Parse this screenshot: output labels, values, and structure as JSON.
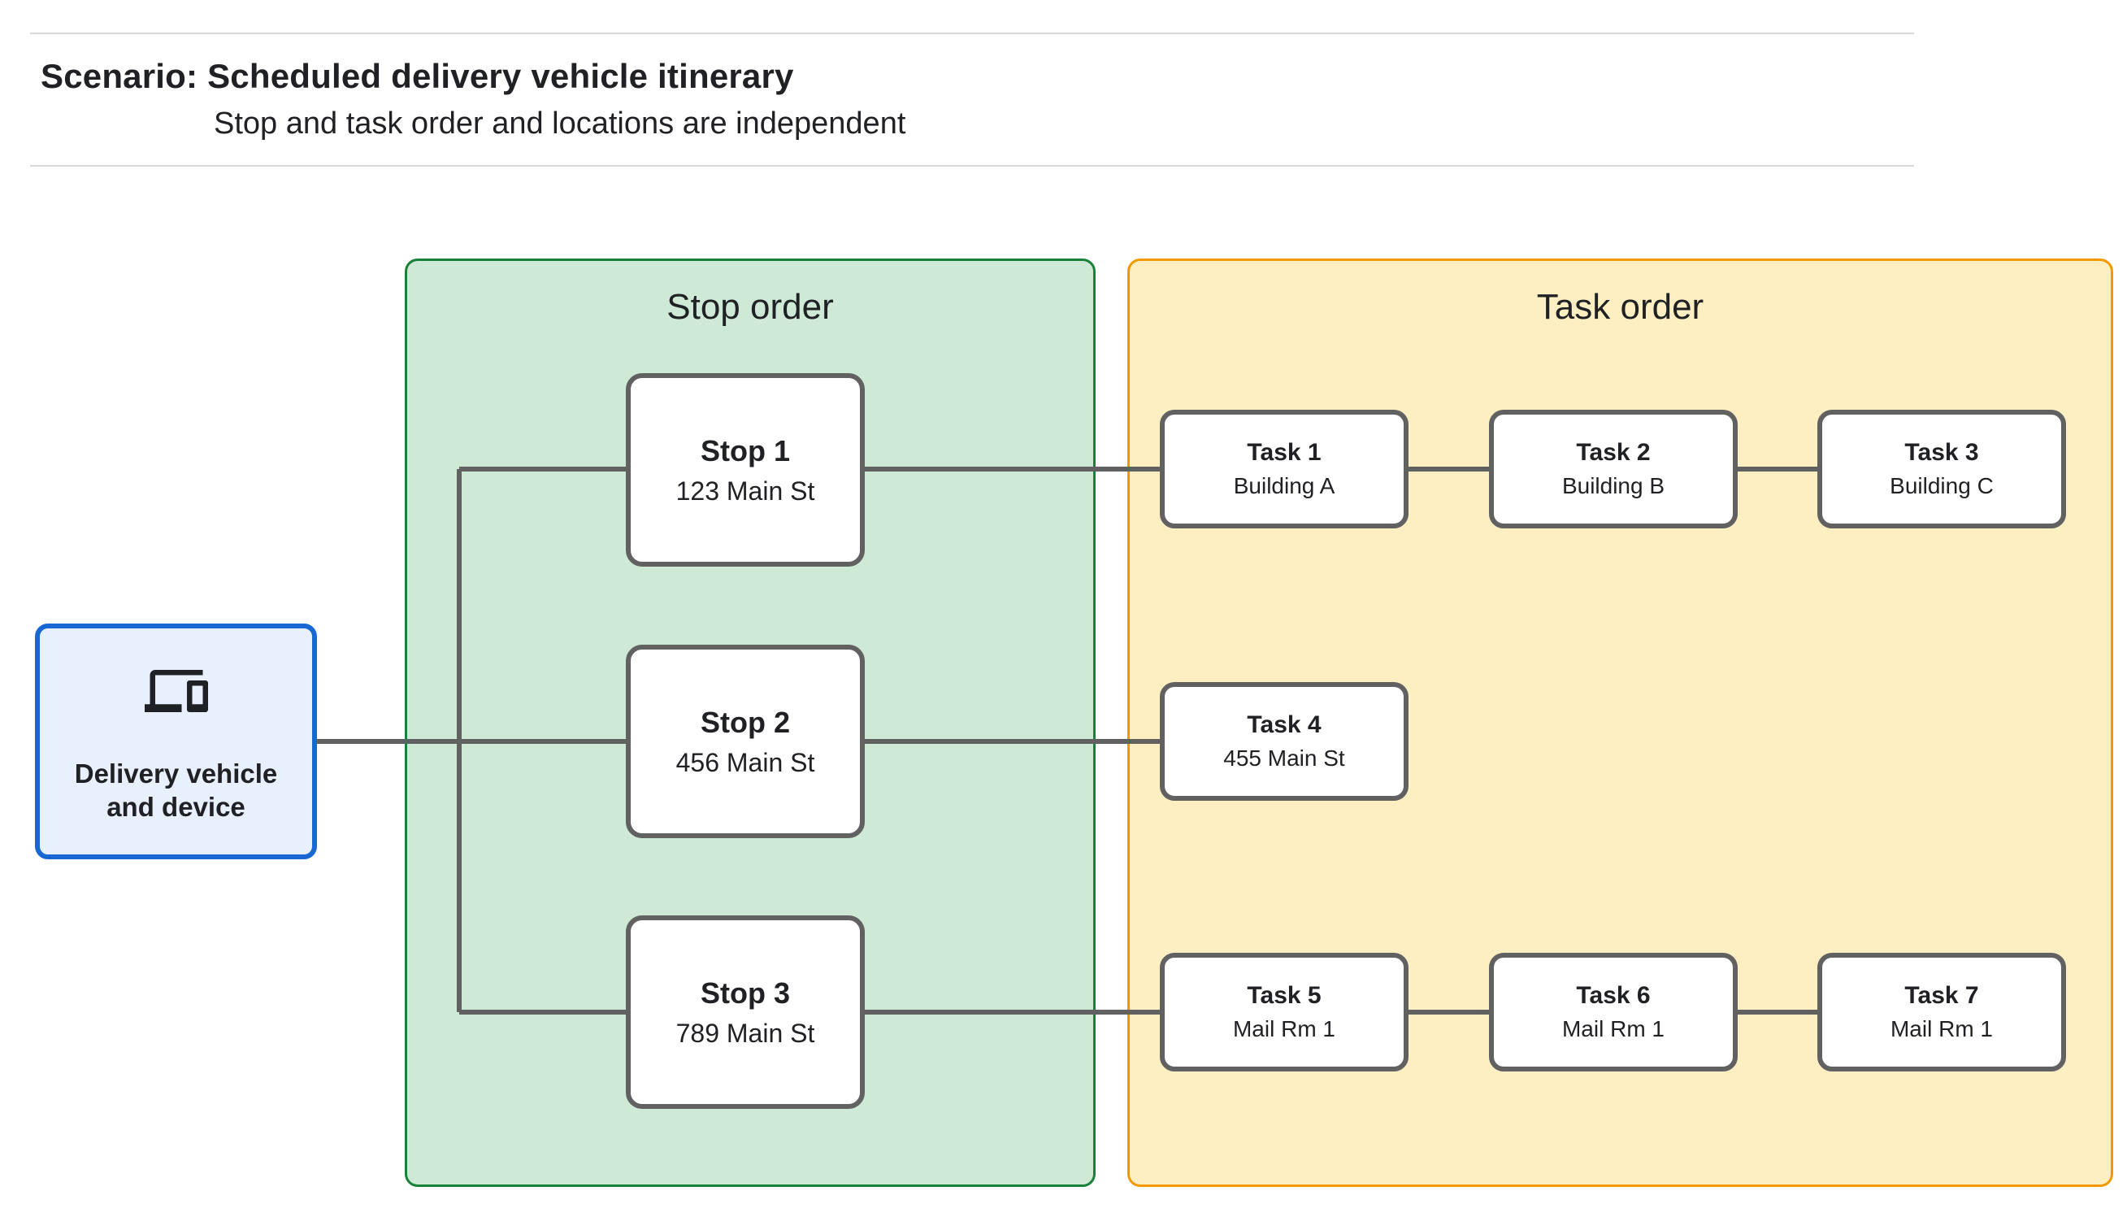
{
  "header": {
    "title": "Scenario: Scheduled delivery vehicle itinerary",
    "subtitle": "Stop and task order and locations are independent"
  },
  "vehicle": {
    "label": "Delivery vehicle and device",
    "icon": "devices-icon"
  },
  "panels": {
    "stop": {
      "title": "Stop order"
    },
    "task": {
      "title": "Task order"
    }
  },
  "stops": [
    {
      "name": "Stop 1",
      "location": "123 Main St"
    },
    {
      "name": "Stop 2",
      "location": "456 Main St"
    },
    {
      "name": "Stop 3",
      "location": "789 Main St"
    }
  ],
  "tasks": [
    {
      "name": "Task 1",
      "location": "Building A"
    },
    {
      "name": "Task 2",
      "location": "Building B"
    },
    {
      "name": "Task 3",
      "location": "Building C"
    },
    {
      "name": "Task 4",
      "location": "455 Main St"
    },
    {
      "name": "Task 5",
      "location": "Mail Rm 1"
    },
    {
      "name": "Task 6",
      "location": "Mail Rm 1"
    },
    {
      "name": "Task 7",
      "location": "Mail Rm 1"
    }
  ],
  "colors": {
    "text": "#202124",
    "line": "#616161",
    "green_fill": "#CEEAD6",
    "green_border": "#188038",
    "yellow_fill": "#FEEFC3",
    "yellow_border": "#F29900",
    "blue_fill": "#E8F0FE",
    "blue_border": "#1967D2"
  }
}
